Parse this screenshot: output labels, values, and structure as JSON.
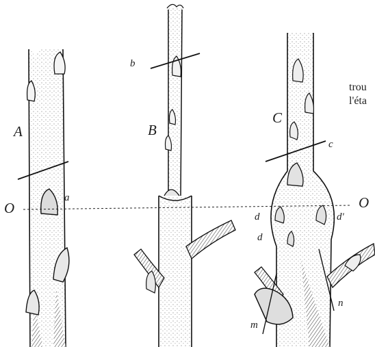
{
  "figure": {
    "stems": [
      "A",
      "B",
      "C"
    ],
    "cut_letters": [
      "a",
      "b",
      "c"
    ],
    "reference_line": [
      "O",
      "O"
    ],
    "callouts": [
      "d",
      "d'",
      "d",
      "m",
      "n"
    ]
  },
  "body_text": [
    "trou",
    "l'éta"
  ]
}
